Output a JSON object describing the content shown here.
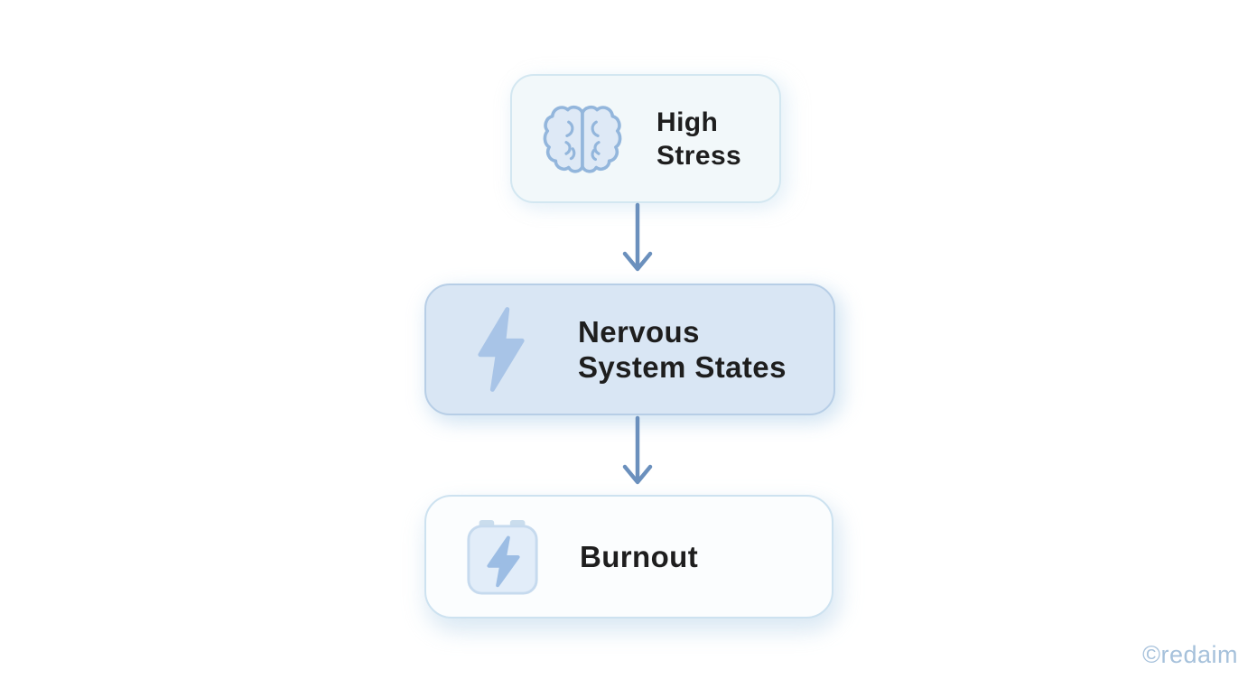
{
  "diagram": {
    "title": "",
    "nodes": [
      {
        "id": "high-stress",
        "icon": "brain-icon",
        "title_lines": [
          "High",
          "Stress"
        ]
      },
      {
        "id": "nervous-system-states",
        "icon": "lightning-bolt-icon",
        "title_lines": [
          "Nervous",
          "System States"
        ]
      },
      {
        "id": "burnout",
        "icon": "battery-charging-icon",
        "title_lines": [
          "Burnout"
        ]
      }
    ],
    "connections": [
      {
        "from": "high-stress",
        "to": "nervous-system-states"
      },
      {
        "from": "nervous-system-states",
        "to": "burnout"
      }
    ]
  },
  "watermark": {
    "text": "©redaim"
  },
  "colors": {
    "node_high_stress_fill": "#f2f8fa",
    "node_high_stress_border": "#d3e7f1",
    "node_nervous_fill": "#d9e6f4",
    "node_nervous_border": "#b7cee6",
    "node_burnout_fill": "#fbfdfe",
    "node_burnout_border": "#cde2f0",
    "arrow": "#6b90bd",
    "icon_fill": "#dee9f6",
    "icon_stroke": "#93b6dc",
    "bolt": "#a8c4e7",
    "battery_body": "#e2edf9",
    "battery_bolt": "#9cbde4",
    "text": "#1e1e1e",
    "watermark": "#a6c1db"
  }
}
